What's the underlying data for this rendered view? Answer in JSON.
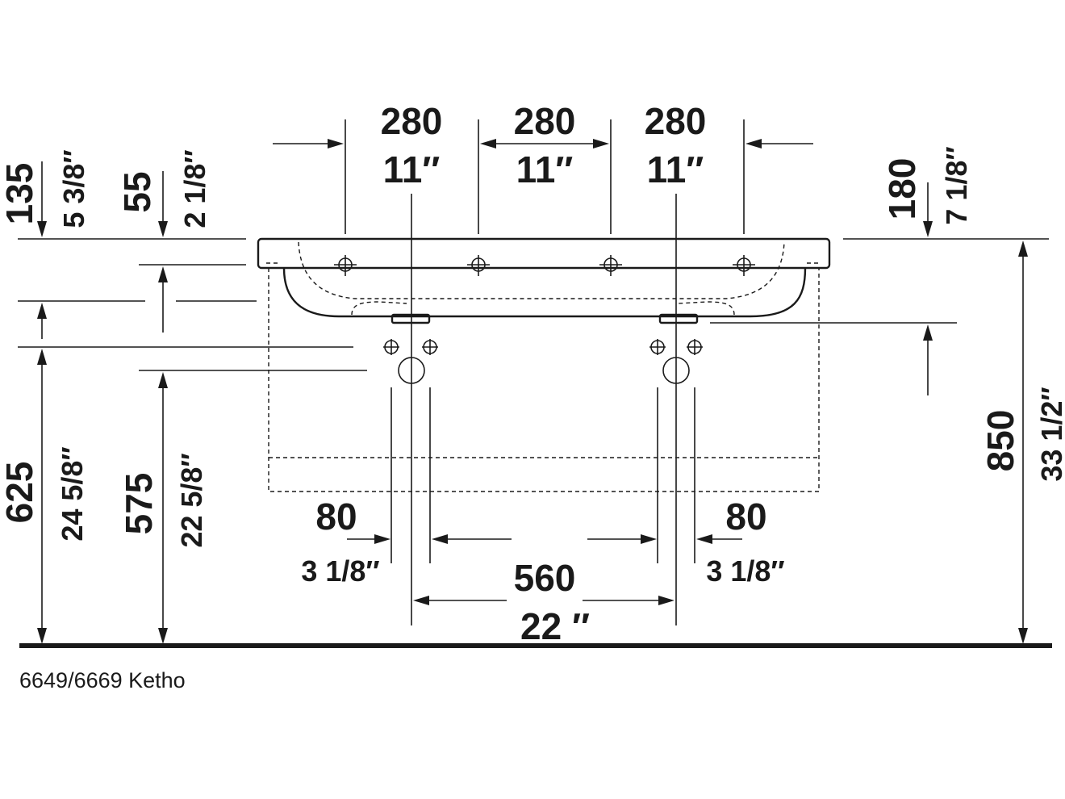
{
  "caption": "6649/6669 Ketho",
  "dims": {
    "top1_mm": "280",
    "top1_in": "11″",
    "top2_mm": "280",
    "top2_in": "11″",
    "top3_mm": "280",
    "top3_in": "11″",
    "left1_mm": "135",
    "left1_in": "5 3/8″",
    "left2_mm": "55",
    "left2_in": "2 1/8″",
    "right1_mm": "180",
    "right1_in": "7 1/8″",
    "height1_mm": "625",
    "height1_in": "24 5/8″",
    "height2_mm": "575",
    "height2_in": "22 5/8″",
    "height3_mm": "850",
    "height3_in": "33 1/2″",
    "bot_left_mm": "80",
    "bot_left_in": "3 1/8″",
    "bot_right_mm": "80",
    "bot_right_in": "3 1/8″",
    "bot_mid_mm": "560",
    "bot_mid_in": "22 ″"
  }
}
